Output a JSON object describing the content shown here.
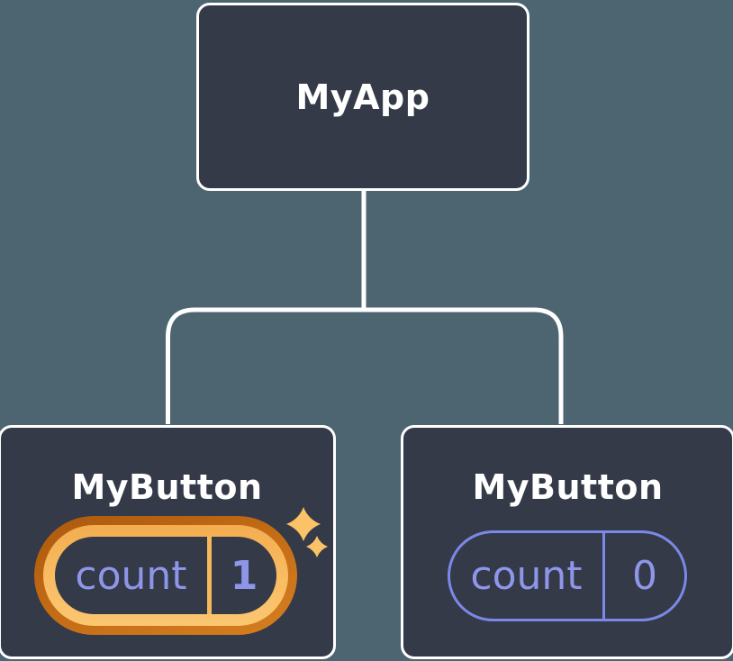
{
  "diagram": {
    "description": "React component tree with state pills",
    "tree": {
      "root": {
        "label": "MyApp"
      },
      "children": [
        {
          "label": "MyButton",
          "state_name": "count",
          "state_value": "1",
          "highlighted": true
        },
        {
          "label": "MyButton",
          "state_name": "count",
          "state_value": "0",
          "highlighted": false
        }
      ]
    }
  },
  "colors": {
    "background": "#4c6571",
    "node_fill": "#343a48",
    "node_border": "#ffffff",
    "connector_line": "#ffffff",
    "state_text_purple": "#8e96ea",
    "state_pill_border_purple": "#7c88e8",
    "highlight_ring_dark_orange": "#c26a15",
    "highlight_ring_gold": "#f9bd63",
    "sparkle_gold": "#fbc268"
  },
  "icons": {
    "sparkles": "sparkles-icon"
  }
}
